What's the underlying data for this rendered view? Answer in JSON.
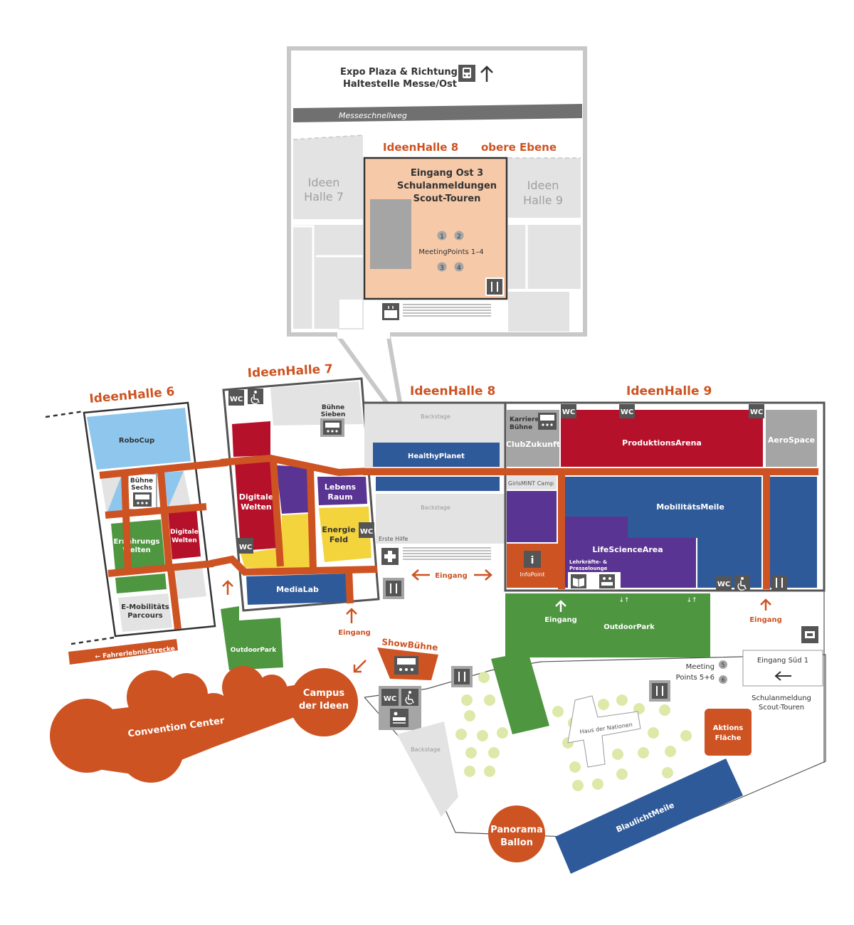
{
  "colors": {
    "orange": "#cd5322",
    "red": "#b5112b",
    "blue": "#2f5a9a",
    "purple": "#5a3492",
    "green": "#4e9640",
    "yellow": "#f4d43d",
    "light_blue": "#8ec6ee",
    "peach": "#f6c9a8",
    "light_grey": "#e3e3e3",
    "mid_grey": "#a5a5a5",
    "dark_grey": "#555555",
    "tree": "#dde9a8"
  },
  "inset": {
    "direction_line1": "Expo Plaza & Richtung",
    "direction_line2": "Haltestelle Messe/Ost",
    "road": "Messeschnellweg",
    "hall_title": "IdeenHalle 8",
    "level": "obere Ebene",
    "hall7_line1": "Ideen",
    "hall7_line2": "Halle 7",
    "hall9_line1": "Ideen",
    "hall9_line2": "Halle 9",
    "entrance_line1": "Eingang Ost 3",
    "entrance_line2": "Schulanmeldungen",
    "entrance_line3": "Scout-Touren",
    "meeting_points": "MeetingPoints 1–4",
    "mp1": "1",
    "mp2": "2",
    "mp3": "3",
    "mp4": "4"
  },
  "halls": {
    "h6": "IdeenHalle 6",
    "h7": "IdeenHalle 7",
    "h8": "IdeenHalle 8",
    "h9": "IdeenHalle 9"
  },
  "hall6": {
    "robocup": "RoboCup",
    "buehne_line1": "Bühne",
    "buehne_line2": "Sechs",
    "ernaehrung_line1": "Ernährungs",
    "ernaehrung_line2": "Welten",
    "digitale_line1": "Digitale",
    "digitale_line2": "Welten",
    "emob_line1": "E-Mobilitäts",
    "emob_line2": "Parcours"
  },
  "hall7": {
    "wc": "WC",
    "buehne_line1": "Bühne",
    "buehne_line2": "Sieben",
    "digitale_line1": "Digitale",
    "digitale_line2": "Welten",
    "lebens_line1": "Lebens",
    "lebens_line2": "Raum",
    "energie_line1": "Energie",
    "energie_line2": "Feld",
    "medialab": "MediaLab"
  },
  "hall8": {
    "backstage_top": "Backstage",
    "healthyplanet": "HealthyPlanet",
    "backstage_mid": "Backstage",
    "erste_hilfe": "Erste Hilfe",
    "eingang": "Eingang"
  },
  "hall9": {
    "karriere_line1": "Karriere",
    "karriere_line2": "Bühne",
    "clubzukunft": "ClubZukunft",
    "wc": "WC",
    "produktionsarena": "ProduktionsArena",
    "aerospace": "AeroSpace",
    "girlsmint": "GirlsMINT Camp",
    "mobilitaetsmeile": "MobilitätsMeile",
    "lifescience": "LifeScienceArea",
    "infopoint_icon": "i",
    "infopoint": "InfoPoint",
    "lehr_line1": "Lehrkräfte- &",
    "lehr_line2": "Presselounge"
  },
  "outdoor": {
    "eingang_left": "Eingang",
    "eingang_mid": "Eingang",
    "eingang_right": "Eingang",
    "outdoorpark_big": "OutdoorPark",
    "outdoorpark_small": "OutdoorPark",
    "fahrerlebnis": "← FahrerlebnisStrecke",
    "showbuehne": "ShowBühne",
    "campus_line1": "Campus",
    "campus_line2": "der Ideen",
    "convention": "Convention Center",
    "wc": "WC",
    "backstage": "Backstage",
    "panorama_line1": "Panorama",
    "panorama_line2": "Ballon",
    "haus": "Haus der Nationen",
    "blaulicht": "BlaulichtMeile",
    "aktions_line1": "Aktions",
    "aktions_line2": "Fläche",
    "meeting_line1": "Meeting",
    "meeting_line2": "Points 5+6",
    "mp5": "5",
    "mp6": "6",
    "eingang_sued": "Eingang Süd 1",
    "schul_line1": "Schulanmeldung",
    "schul_line2": "Scout-Touren"
  }
}
